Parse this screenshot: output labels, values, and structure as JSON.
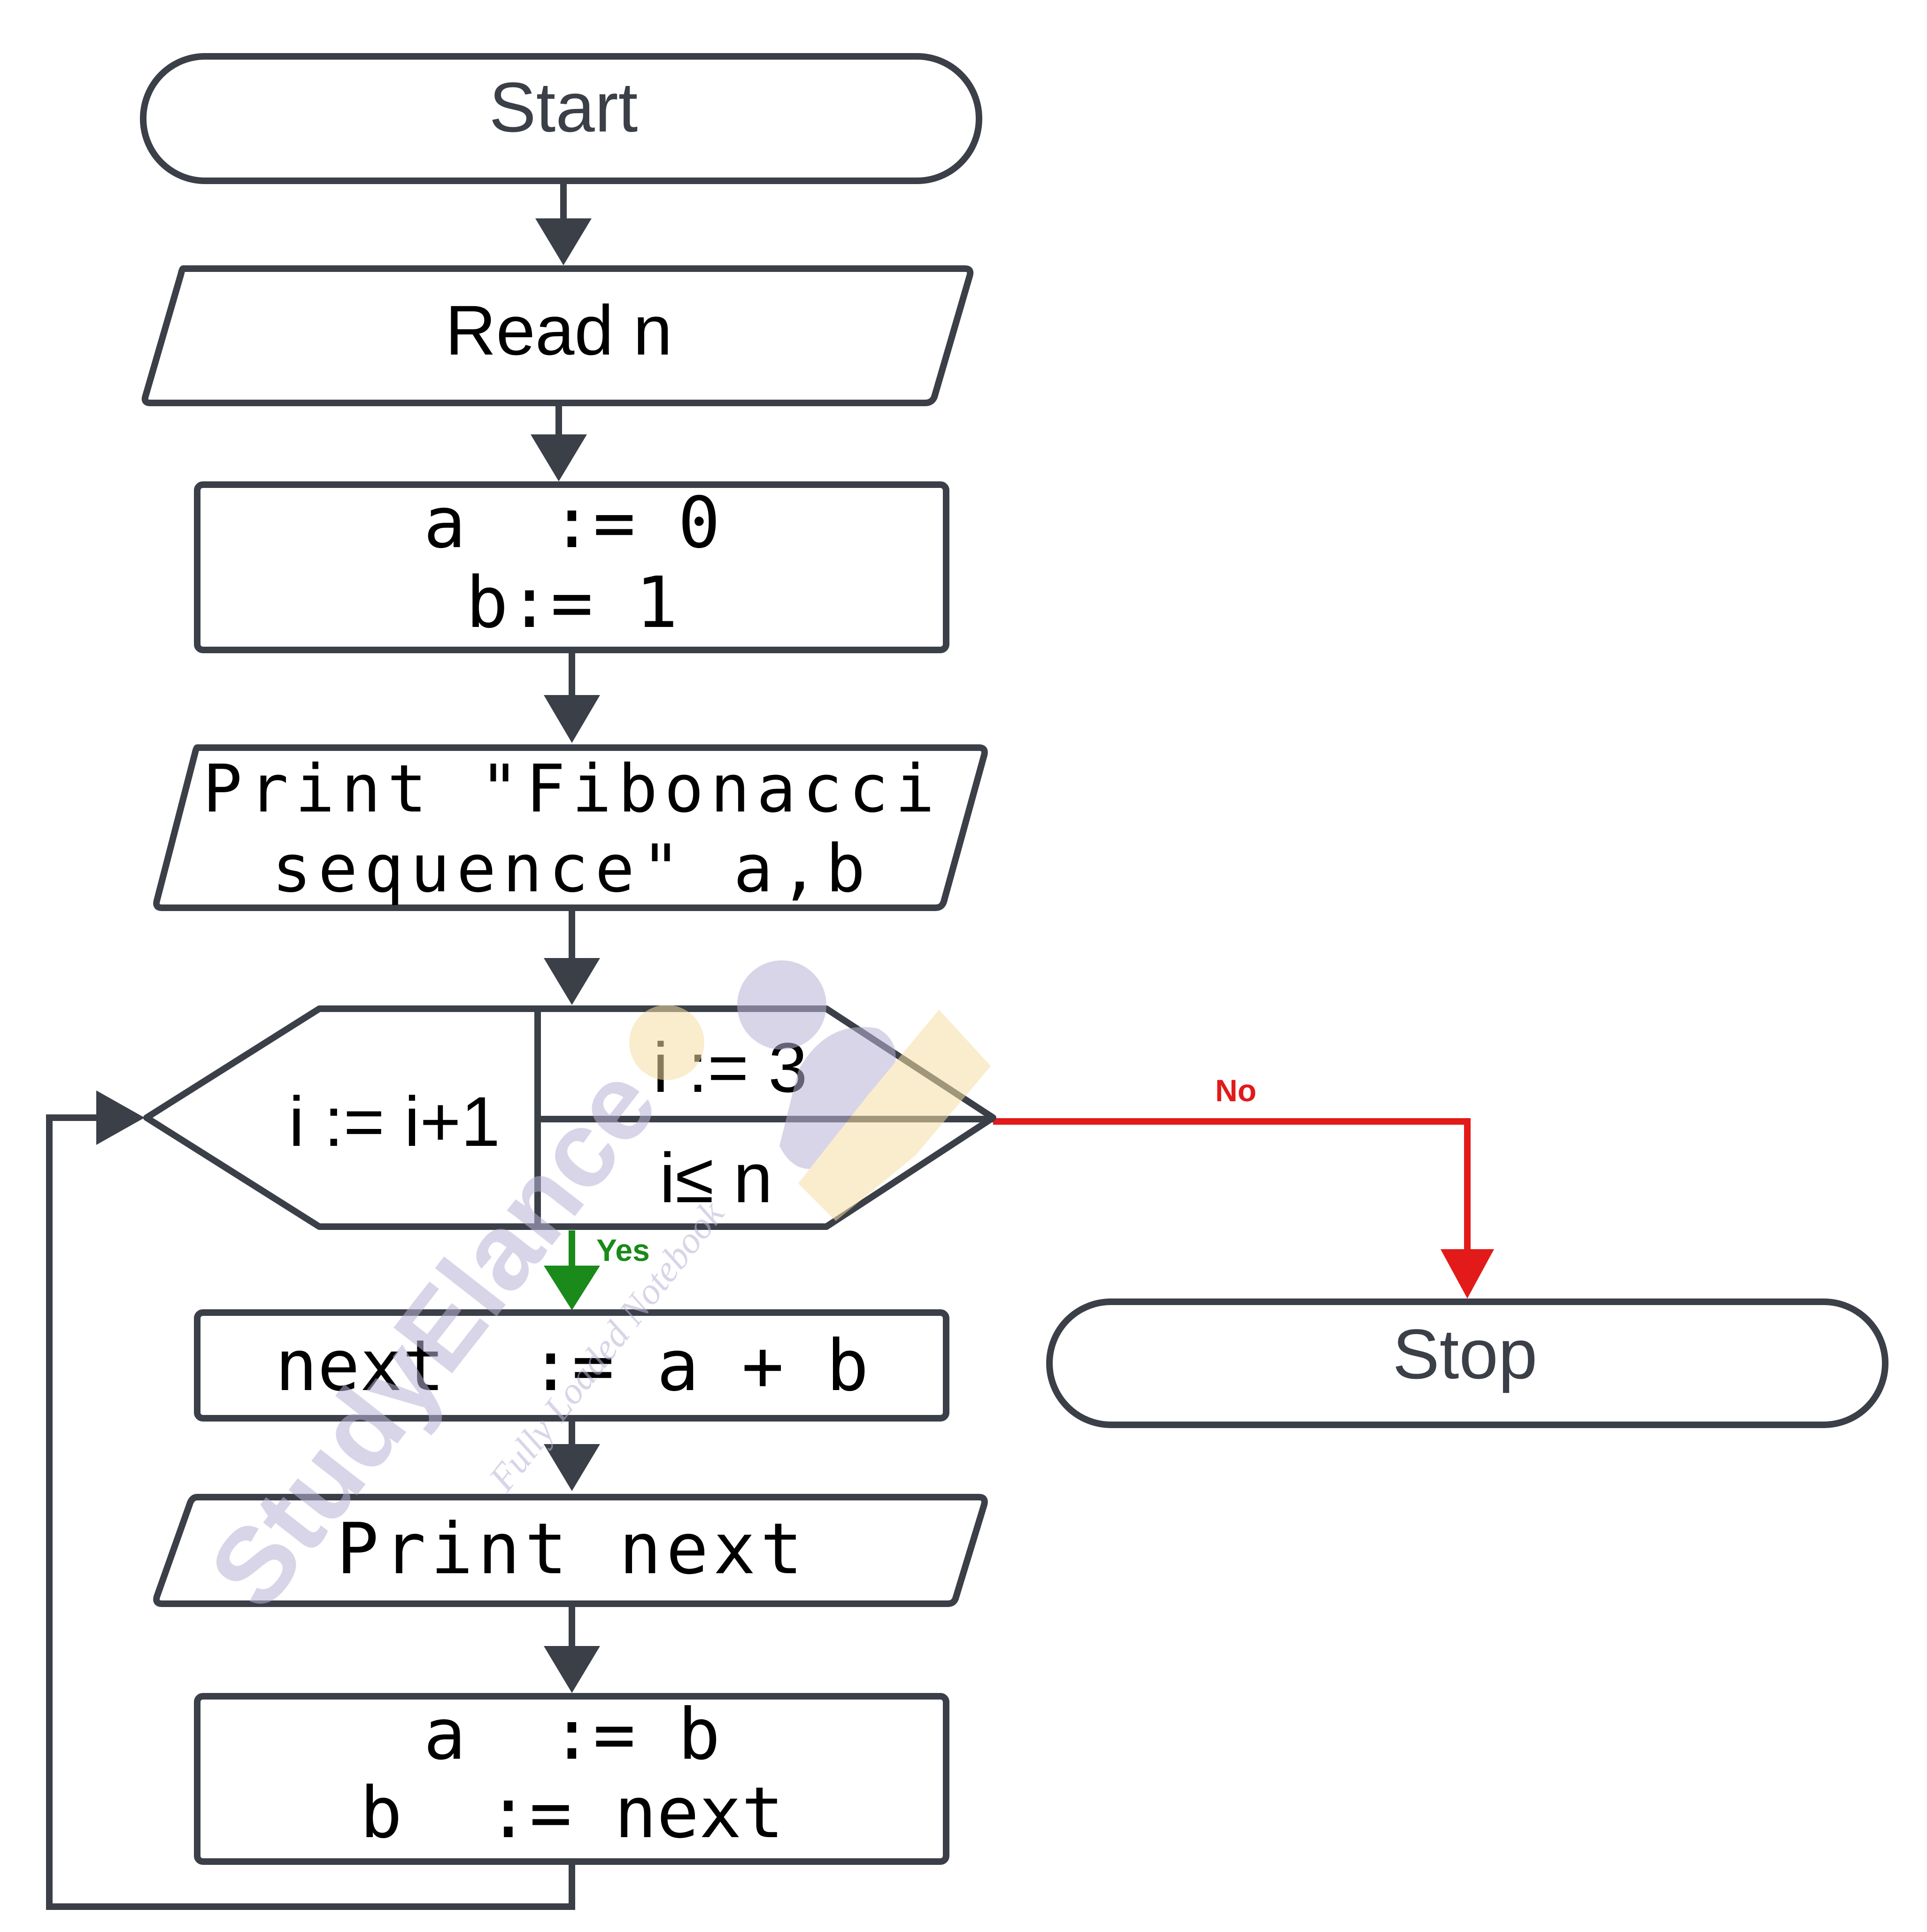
{
  "nodes": {
    "start": "Start",
    "read": "Read n",
    "init_a": "a  := 0",
    "init_b": "b:= 1",
    "print_seq_line1": "Print \"Fibonacci",
    "print_seq_line2": "sequence\" a,b",
    "loop_increment": "i := i+1",
    "loop_init": "i := 3",
    "loop_condition": "i≤ n",
    "next": "next  := a + b",
    "print_next": "Print next",
    "assign_a": "a  := b",
    "assign_b": "b  := next",
    "stop": "Stop"
  },
  "edges": {
    "yes": "Yes",
    "no": "No"
  },
  "colors": {
    "outline": "#3b3f47",
    "yes": "#1a8a1a",
    "no": "#e21a1a",
    "watermark_purple": "#b9b3d6",
    "watermark_yellow": "#f5dfa5"
  },
  "watermark": {
    "brand": "StudyElance",
    "tagline": "Fully Loaded Notebook"
  }
}
